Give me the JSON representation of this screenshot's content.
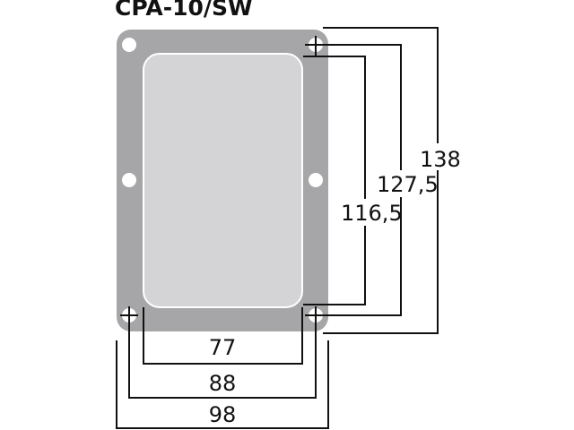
{
  "title": "CPA-10/SW",
  "dimensions": {
    "overall_height": "138",
    "hole_spacing_height": "127,5",
    "cutout_height": "116,5",
    "cutout_width": "77",
    "hole_spacing_width": "88",
    "overall_width": "98"
  },
  "colors": {
    "plate": "#a6a6a8",
    "panel": "#d4d4d6",
    "lines": "#111111"
  }
}
